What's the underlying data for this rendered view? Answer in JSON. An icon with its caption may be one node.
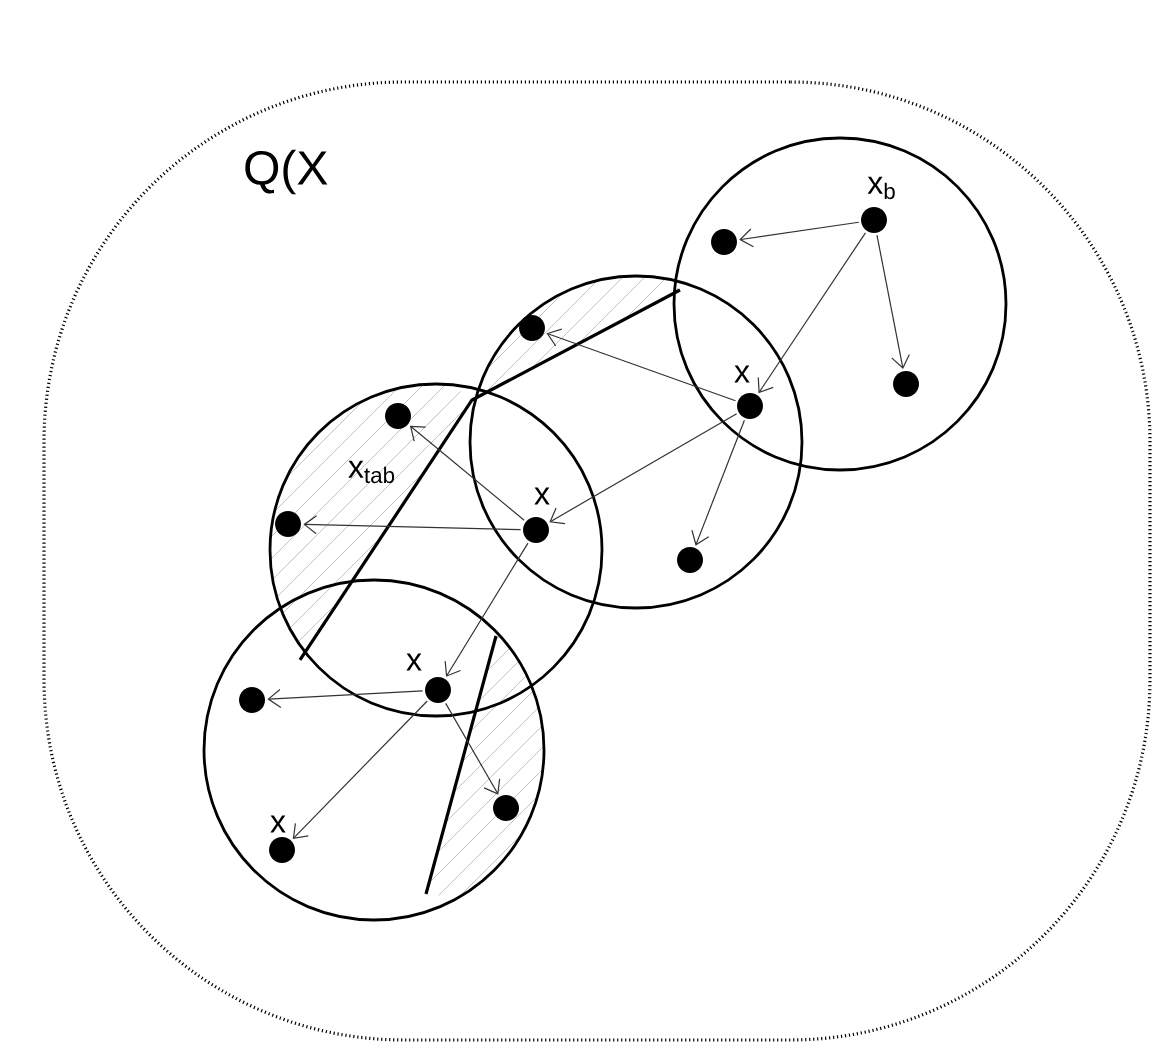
{
  "diagram": {
    "nodes": [
      {
        "text": [
          "Q(X"
        ]
      },
      {
        "text": [],
        "shape": "circle",
        "in": 0
      },
      {
        "text": [],
        "shape": "circle",
        "in": 0
      },
      {
        "text": [],
        "shape": "circle",
        "in": 0
      },
      {
        "text": [],
        "shape": "circle",
        "in": 0
      },
      {
        "text": [],
        "shape": "circle",
        "beside": [
          "x$_{b}$"
        ],
        "in": 1
      },
      {
        "text": [],
        "shape": "circle",
        "in": 1
      },
      {
        "text": [],
        "shape": "circle",
        "in": 1
      },
      {
        "text": [],
        "shape": "circle",
        "beside": [
          "x"
        ]
      },
      {
        "text": [],
        "shape": "circle",
        "in": 2
      },
      {
        "text": [],
        "shape": "circle",
        "in": 2
      },
      {
        "text": [],
        "shape": "circle",
        "beside": [
          "x"
        ]
      },
      {
        "text": [],
        "shape": "circle",
        "in": 3
      },
      {
        "text": [],
        "shape": "circle",
        "in": 3
      },
      {
        "text": [],
        "shape": "circle",
        "beside": [
          "x"
        ]
      },
      {
        "text": [],
        "shape": "circle",
        "in": 4
      },
      {
        "text": [],
        "shape": "circle",
        "in": 4
      },
      {
        "text": [],
        "shape": "circle",
        "beside": [
          "x"
        ],
        "in": 4
      }
    ],
    "edges": [
      {
        "from": 5,
        "to": 6,
        "arrow": "to"
      },
      {
        "from": 5,
        "to": 7,
        "arrow": "to"
      },
      {
        "from": 5,
        "to": 8,
        "arrow": "to"
      },
      {
        "from": 8,
        "to": 9,
        "arrow": "to"
      },
      {
        "from": 8,
        "to": 10,
        "arrow": "to"
      },
      {
        "from": 8,
        "to": 11,
        "arrow": "to"
      },
      {
        "from": 11,
        "to": 12,
        "arrow": "to"
      },
      {
        "from": 11,
        "to": 13,
        "arrow": "to"
      },
      {
        "from": 11,
        "to": 14,
        "arrow": "to"
      },
      {
        "from": 14,
        "to": 15,
        "arrow": "to"
      },
      {
        "from": 14,
        "to": 16,
        "arrow": "to"
      },
      {
        "from": 14,
        "to": 17,
        "arrow": "to"
      }
    ],
    "labels": [
      "x$_{tab}$"
    ]
  }
}
